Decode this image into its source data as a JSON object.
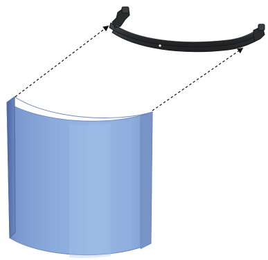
{
  "diagram": {
    "type": "assembly-illustration",
    "parts": [
      {
        "id": "headband",
        "icon": "curved-headband"
      },
      {
        "id": "visor",
        "icon": "curved-face-shield"
      }
    ],
    "connections": [
      {
        "from": "visor-left-edge",
        "to": "headband-left-end",
        "style": "dashed-arrow"
      },
      {
        "from": "visor-right-edge",
        "to": "headband-right-end",
        "style": "dashed-arrow"
      }
    ],
    "colors": {
      "visor_fill": "#8FB0DE",
      "visor_edge": "#5D77B2",
      "headband": "#2E3134",
      "arrow": "#111111",
      "background": "#FFFFFF"
    }
  }
}
